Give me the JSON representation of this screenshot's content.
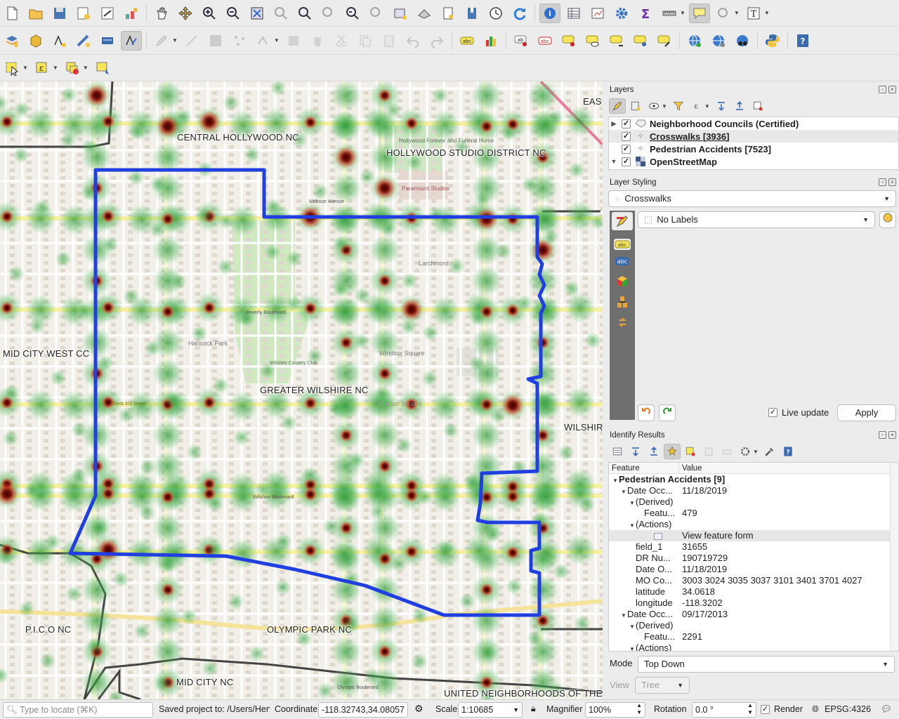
{
  "layers_panel": {
    "title": "Layers",
    "items": [
      {
        "name": "Neighborhood Councils (Certified)",
        "checked": "✓",
        "expanded": "▶"
      },
      {
        "name": "Crosswalks [3936]",
        "checked": "✓",
        "expanded": ""
      },
      {
        "name": "Pedestrian Accidents [7523]",
        "checked": "✓",
        "expanded": ""
      },
      {
        "name": "OpenStreetMap",
        "checked": "✓",
        "expanded": "▼"
      }
    ]
  },
  "styling_panel": {
    "title": "Layer Styling",
    "layer_select": "Crosswalks",
    "labels_select": "No Labels",
    "live_update_label": "Live update",
    "live_update_checked": "✓",
    "apply_label": "Apply"
  },
  "identify_panel": {
    "title": "Identify Results",
    "col_feature": "Feature",
    "col_value": "Value",
    "rows": [
      {
        "indent": 0,
        "arrow": "▼",
        "field": "Pedestrian Accidents  [9]",
        "value": "",
        "bold": true
      },
      {
        "indent": 1,
        "arrow": "▼",
        "field": "Date Occ...",
        "value": "11/18/2019"
      },
      {
        "indent": 2,
        "arrow": "▼",
        "field": "(Derived)",
        "value": ""
      },
      {
        "indent": 3,
        "arrow": "",
        "field": "Featu...",
        "value": "479"
      },
      {
        "indent": 2,
        "arrow": "▼",
        "field": "(Actions)",
        "value": ""
      },
      {
        "indent": 3,
        "arrow": "",
        "field": "",
        "value": "View feature form",
        "highlight": true,
        "icon": "form-icon"
      },
      {
        "indent": 2,
        "arrow": "",
        "field": "field_1",
        "value": "31655"
      },
      {
        "indent": 2,
        "arrow": "",
        "field": "DR Nu...",
        "value": "190719729"
      },
      {
        "indent": 2,
        "arrow": "",
        "field": "Date O...",
        "value": "11/18/2019"
      },
      {
        "indent": 2,
        "arrow": "",
        "field": "MO Co...",
        "value": "3003 3024 3035 3037 3101 3401 3701 4027"
      },
      {
        "indent": 2,
        "arrow": "",
        "field": "latitude",
        "value": "34.0618"
      },
      {
        "indent": 2,
        "arrow": "",
        "field": "longitude",
        "value": "-118.3202"
      },
      {
        "indent": 1,
        "arrow": "▼",
        "field": "Date Occ...",
        "value": "09/17/2013"
      },
      {
        "indent": 2,
        "arrow": "▼",
        "field": "(Derived)",
        "value": ""
      },
      {
        "indent": 3,
        "arrow": "",
        "field": "Featu...",
        "value": "2291"
      },
      {
        "indent": 2,
        "arrow": "▼",
        "field": "(Actions)",
        "value": ""
      }
    ],
    "mode_label": "Mode",
    "mode_value": "Top Down",
    "view_label": "View",
    "view_value": "Tree"
  },
  "map": {
    "neighborhood_labels": [
      "CENTRAL HOLLYWOOD NC",
      "HOLLYWOOD STUDIO DISTRICT NC",
      "MID CITY WEST CC",
      "GREATER WILSHIRE NC",
      "WILSHIR",
      "P.I.C.O NC",
      "OLYMPIC PARK NC",
      "MID CITY NC",
      "UNITED NEIGHBORHOODS OF THE",
      "EAS"
    ],
    "street_labels": [
      "Beverly Boulevard",
      "West 3rd Street",
      "Melrose Avenue",
      "Wilshire Boulevard",
      "Hancock Park",
      "Windsor Square",
      "Larchmont",
      "Paramount Studios",
      "Hollywood Forever and Funeral Home",
      "Wilshire Country Club",
      "Olympic Boulevard",
      "Windsor Square"
    ],
    "boundary_color": "#1f3fe0",
    "accident_color": "#8b0000",
    "crosswalk_color": "#35a040"
  },
  "status_bar": {
    "locate_placeholder": "Type to locate (⌘K)",
    "saved_text": "Saved project to: /Users/Henr",
    "coordinate_label": "Coordinate",
    "coordinate_value": "-118.32743,34.08057",
    "scale_label": "Scale",
    "scale_value": "1:10685",
    "magnifier_label": "Magnifier",
    "magnifier_value": "100%",
    "rotation_label": "Rotation",
    "rotation_value": "0.0 °",
    "render_label": "Render",
    "render_checked": "✓",
    "crs": "EPSG:4326"
  }
}
